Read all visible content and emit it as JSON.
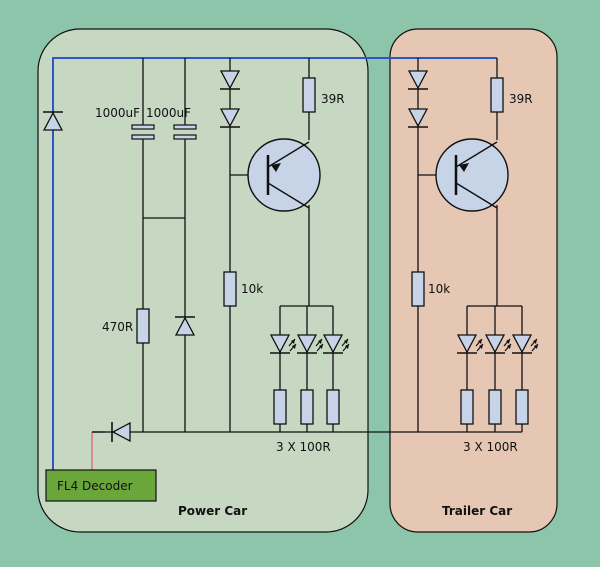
{
  "colors": {
    "background": "#8cc5aa",
    "power_car_panel": "#c6d7c2",
    "trailer_car_panel": "#e6c7b3",
    "resistor_fill": "#c7d3e6",
    "decoder_fill": "#6aa63a",
    "supply_wire": "#2f55c8",
    "decoder_wire": "#d9899a",
    "wire": "#111111"
  },
  "panels": {
    "power_car_label": "Power Car",
    "trailer_car_label": "Trailer Car"
  },
  "decoder": {
    "label": "FL4 Decoder"
  },
  "components": {
    "capacitor_1": "1000uF",
    "capacitor_2": "1000uF",
    "resistor_power_base": "39R",
    "resistor_trailer_base": "39R",
    "resistor_power_10k": "10k",
    "resistor_trailer_10k": "10k",
    "resistor_470": "470R",
    "led_resistors_power": "3 X 100R",
    "led_resistors_trailer": "3 X 100R"
  }
}
